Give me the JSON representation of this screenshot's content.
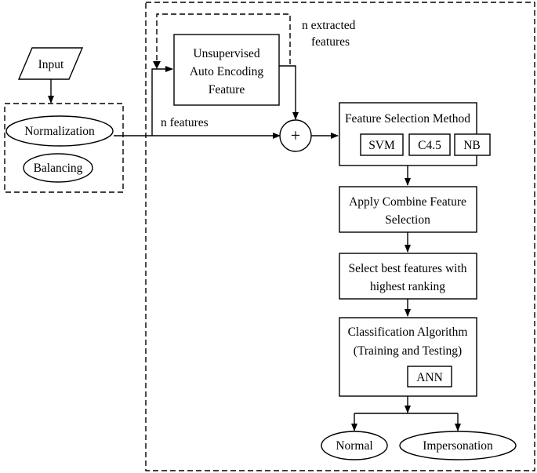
{
  "nodes": {
    "input": "Input",
    "normalization": "Normalization",
    "balancing": "Balancing",
    "autoencoder": [
      "Unsupervised",
      "Auto Encoding",
      "Feature"
    ],
    "combine_symbol": "+",
    "feature_selection_title": "Feature Selection Method",
    "methods": [
      "SVM",
      "C4.5",
      "NB"
    ],
    "apply_combine": [
      "Apply Combine Feature",
      "Selection"
    ],
    "select_best": [
      "Select best features with",
      "highest ranking"
    ],
    "classification": [
      "Classification Algorithm",
      "(Training and Testing)"
    ],
    "classifier": "ANN",
    "outputs": [
      "Normal",
      "Impersonation"
    ]
  },
  "labels": {
    "n_extracted": [
      "n extracted",
      "features"
    ],
    "n_features": "n features"
  }
}
